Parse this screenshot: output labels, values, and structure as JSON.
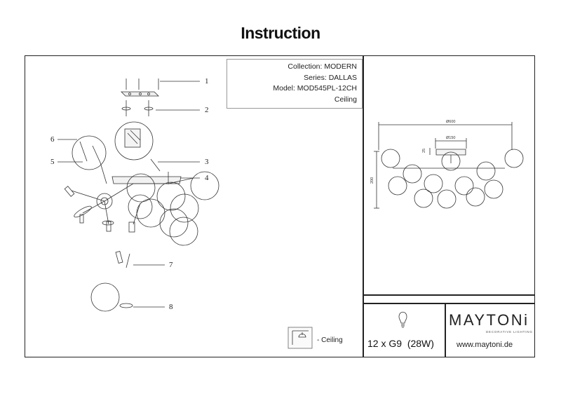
{
  "title": "Instruction",
  "info": {
    "collection": "Collection: MODERN",
    "series": "Series: DALLAS",
    "model": "Model: MOD545PL-12CH",
    "mount": "Ceiling"
  },
  "callouts": [
    "1",
    "2",
    "3",
    "4",
    "5",
    "6",
    "7",
    "8"
  ],
  "dimensions": {
    "width": "Ø600",
    "canopy": "Ø150",
    "canopy_height": "25",
    "height": "200"
  },
  "bulb_spec": {
    "count": "12 x G9",
    "power": "(28W)",
    "icon": "light-bulb-icon"
  },
  "brand": {
    "name": "MAYTONi",
    "tagline": "DECORATIVE LIGHTING",
    "url": "www.maytoni.de"
  },
  "mount_legend": {
    "icon": "ceiling-mount-icon",
    "label": "- Ceiling"
  }
}
